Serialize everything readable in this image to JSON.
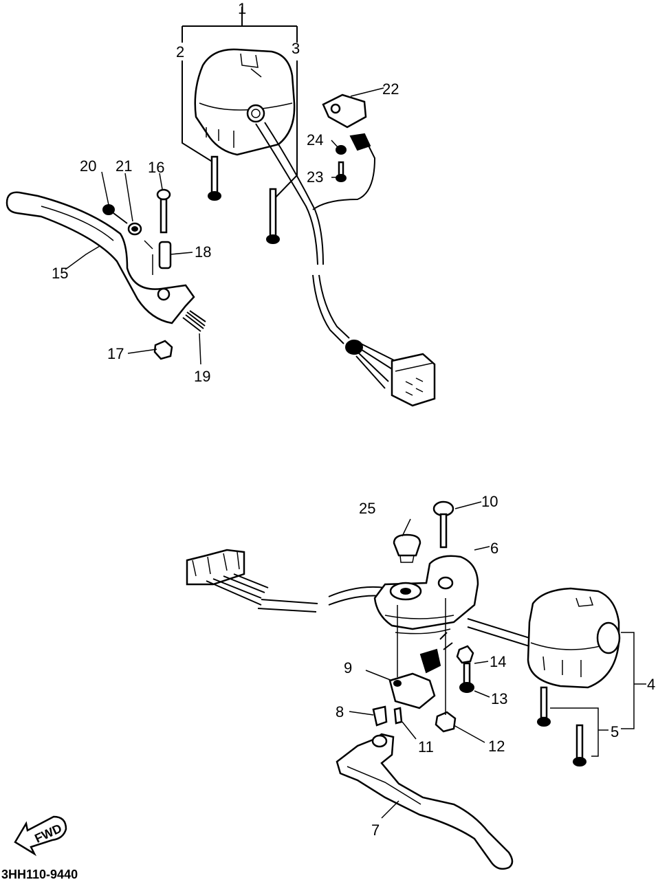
{
  "labels": {
    "p1": "1",
    "p2": "2",
    "p3": "3",
    "p4": "4",
    "p5": "5",
    "p6": "6",
    "p7": "7",
    "p8": "8",
    "p9": "9",
    "p10": "10",
    "p11": "11",
    "p12": "12",
    "p13": "13",
    "p14": "14",
    "p15": "15",
    "p16": "16",
    "p17": "17",
    "p18": "18",
    "p19": "19",
    "p20": "20",
    "p21": "21",
    "p22": "22",
    "p23": "23",
    "p24": "24",
    "p25": "25"
  },
  "diagram_code": "3HH110-9440",
  "arrow_text": "FWD"
}
